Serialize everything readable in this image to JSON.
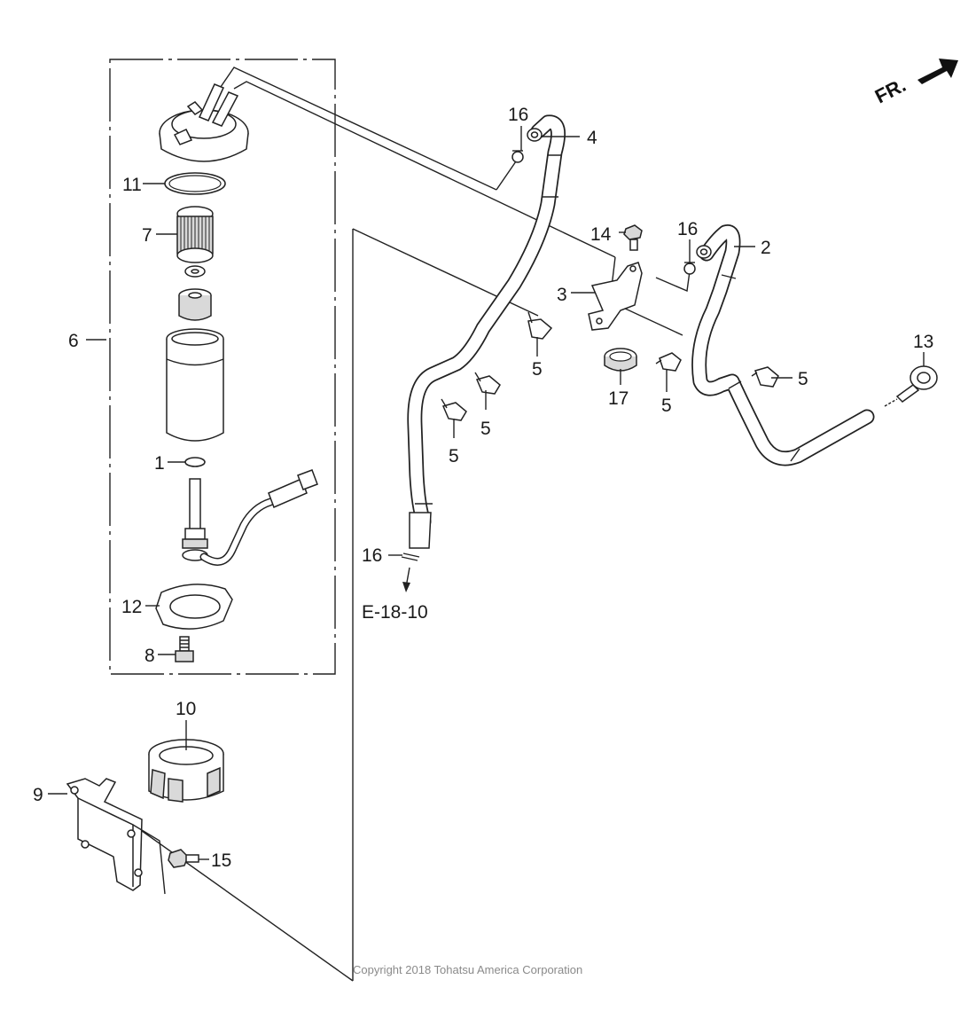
{
  "diagram": {
    "direction_label": "FR.",
    "copyright": "Copyright 2018 Tohatsu America Corporation",
    "reference": "E-18-10",
    "callouts": {
      "p1": "1",
      "p2": "2",
      "p3": "3",
      "p4": "4",
      "p5a": "5",
      "p5b": "5",
      "p5c": "5",
      "p5d": "5",
      "p5e": "5",
      "p6": "6",
      "p7": "7",
      "p8": "8",
      "p9": "9",
      "p10": "10",
      "p11": "11",
      "p12": "12",
      "p13": "13",
      "p14": "14",
      "p15": "15",
      "p16a": "16",
      "p16b": "16",
      "p16c": "16",
      "p17": "17"
    }
  }
}
